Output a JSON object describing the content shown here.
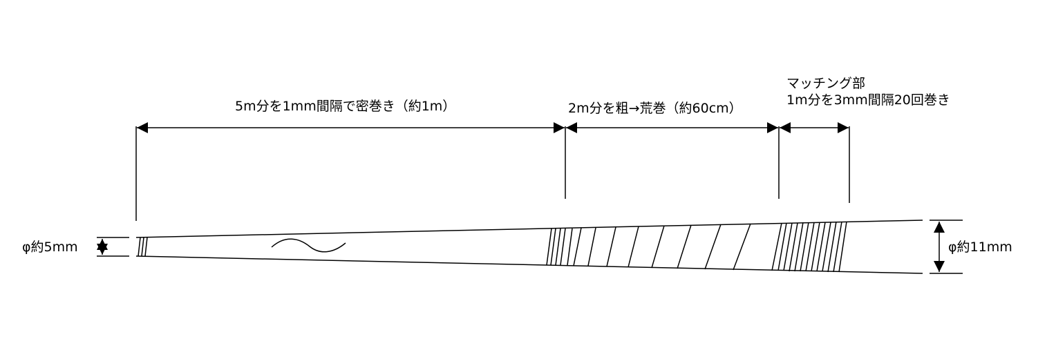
{
  "labels": {
    "section1": "5m分を1mm間隔で密巻き（約1m）",
    "section2": "2m分を粗→荒巻（約60cm）",
    "section3_title": "マッチング部",
    "section3_desc": "1m分を3mm間隔20回巻き",
    "small_diameter": "φ約5mm",
    "large_diameter": "φ約11mm"
  },
  "colors": {
    "line": "#000000",
    "background": "#ffffff"
  }
}
